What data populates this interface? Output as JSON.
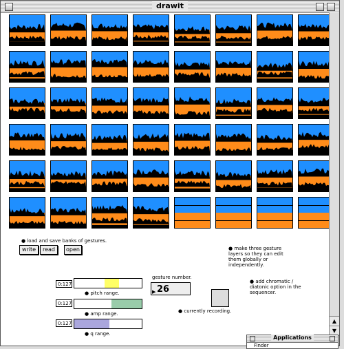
{
  "window": {
    "title": "drawit"
  },
  "grid": {
    "rows": 6,
    "cols": 8,
    "colors": {
      "blue": "#1f8fff",
      "orange": "#ff8c1a",
      "black": "#000000"
    },
    "blank_from_index": 44
  },
  "banks": {
    "label": "load and save banks of gestures.",
    "write_label": "write",
    "read_label": "read",
    "open_label": "open"
  },
  "notes": {
    "layers": "make three gesture layers so they can edit them globally or independently.",
    "chromatic": "add chromatic / diatonic option in the sequencer.",
    "recording": "currently recording."
  },
  "gesture": {
    "label": "gesture number.",
    "value": "26"
  },
  "ranges": [
    {
      "number": "0:127",
      "label": "pitch range.",
      "color": "#ffff66",
      "start": 0.45,
      "end": 0.66
    },
    {
      "number": "0:127",
      "label": "amp range.",
      "color": "#99ccaa",
      "start": 0.55,
      "end": 1.0
    },
    {
      "number": "0:127",
      "label": "q range.",
      "color": "#aaa6dd",
      "start": 0.0,
      "end": 0.52
    }
  ],
  "applications": {
    "title": "Applications",
    "item": "Finder"
  }
}
